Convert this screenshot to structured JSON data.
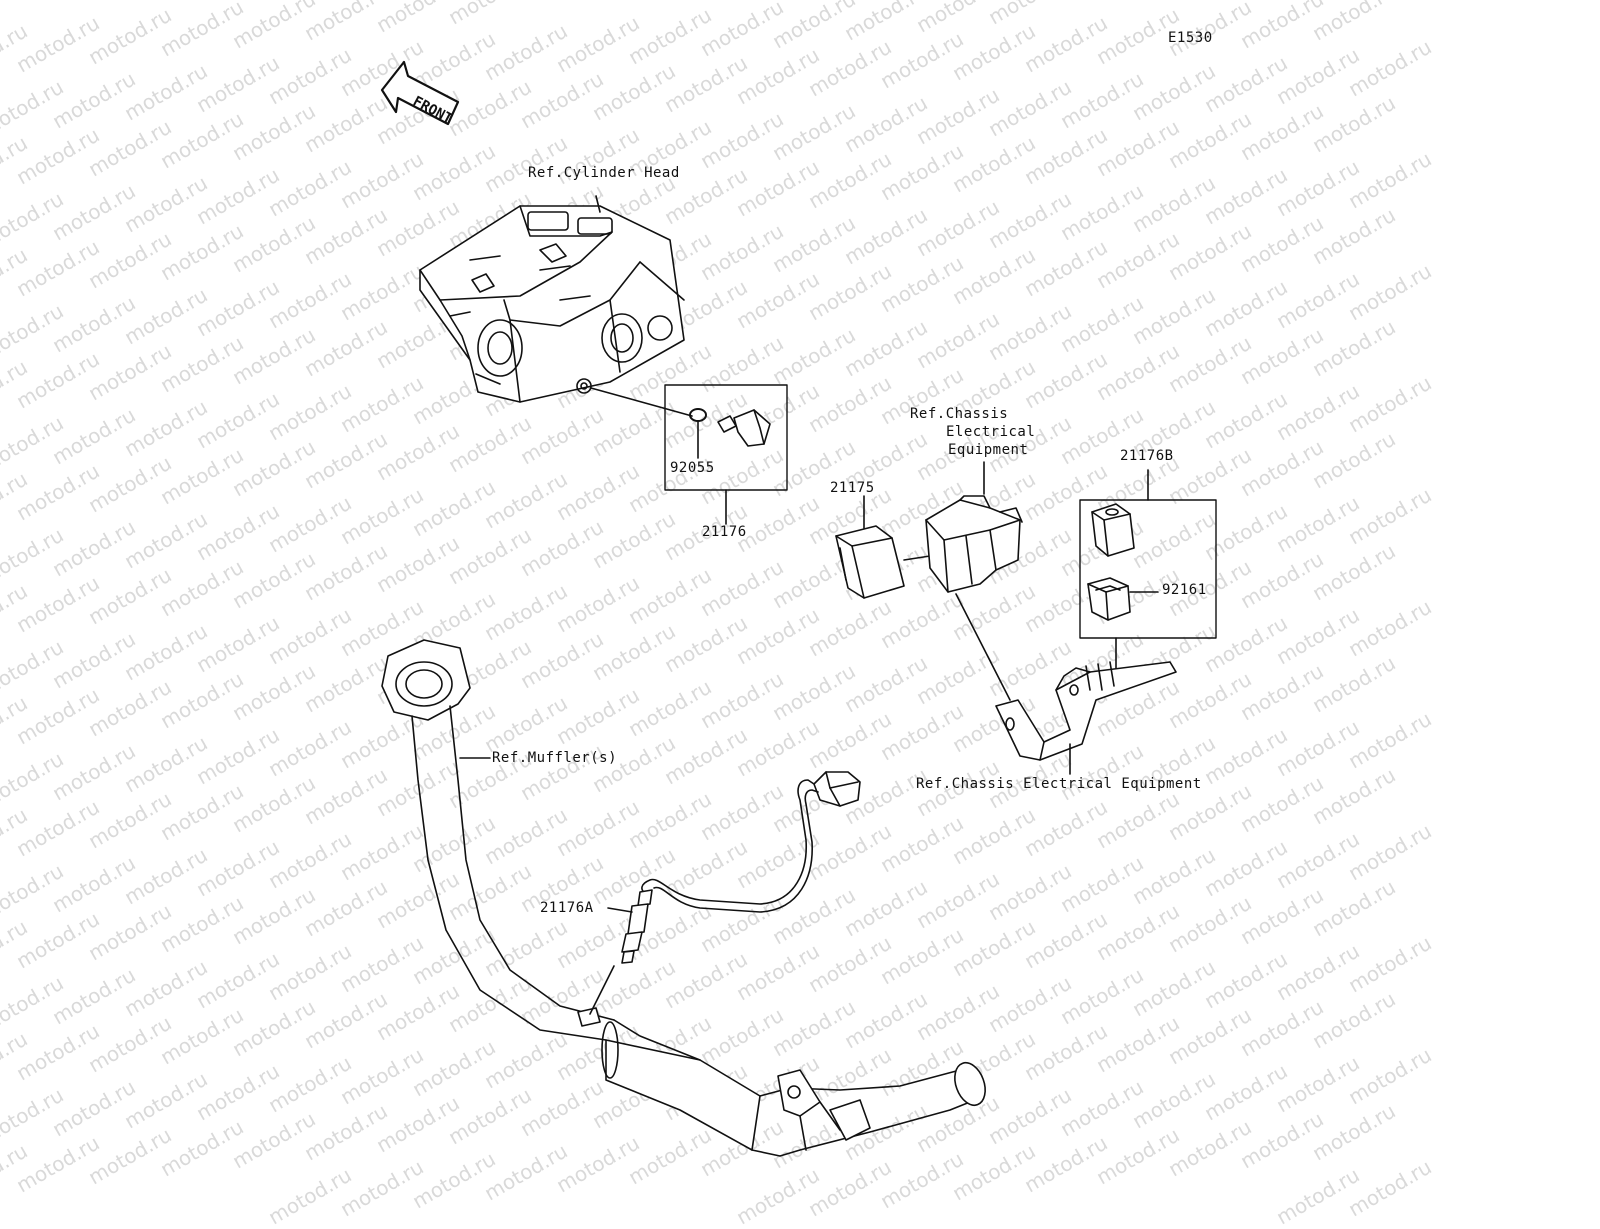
{
  "page": {
    "code": "E1530",
    "watermark": "motod.ru",
    "front_label": "FRONT"
  },
  "labels": {
    "cylinder_head_ref": "Ref.Cylinder Head",
    "part_92055": "92055",
    "part_21176": "21176",
    "chassis_ref_line1": "Ref.Chassis",
    "chassis_ref_line2": "Electrical",
    "chassis_ref_line3": "Equipment",
    "part_21176b": "21176B",
    "part_21175": "21175",
    "part_92161": "92161",
    "muffler_ref": "Ref.Muffler(s)",
    "chassis_ref_full": "Ref.Chassis Electrical Equipment",
    "part_21176a": "21176A"
  }
}
